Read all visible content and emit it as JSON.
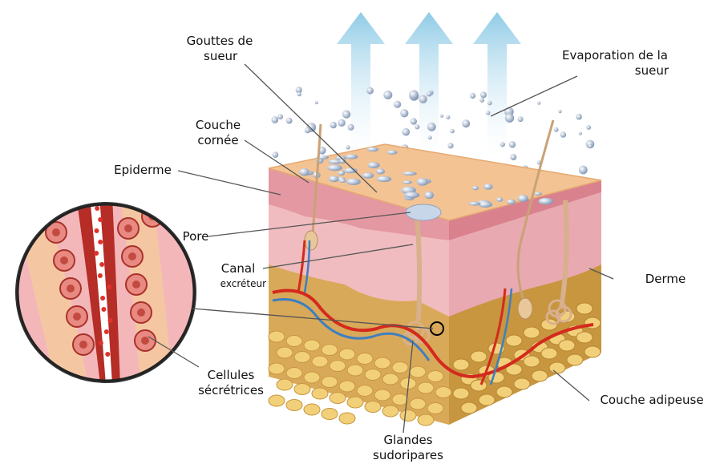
{
  "labels": {
    "gouttes_l1": "Gouttes de",
    "gouttes_l2": "sueur",
    "evaporation_l1": "Evaporation de la",
    "evaporation_l2": "sueur",
    "couche_cornee_l1": "Couche",
    "couche_cornee_l2": "cornée",
    "epiderme": "Epiderme",
    "pore": "Pore",
    "canal_l1": "Canal",
    "canal_l2": "excréteur",
    "derme": "Derme",
    "cellules_l1": "Cellules",
    "cellules_l2": "sécrétrices",
    "couche_adipeuse": "Couche adipeuse",
    "glandes_l1": "Glandes",
    "glandes_l2": "sudoripares"
  },
  "colors": {
    "arrow": "#a9d8ec",
    "droplet": "#8fa3bf",
    "surface": "#f3c394",
    "epidermis": "#e8a7ae",
    "dermis": "#f1c2c5",
    "fat": "#d9a95a",
    "fat_cells": "#f2d07a",
    "vessel_red": "#d42a1e",
    "vessel_blue": "#3f7fc0",
    "leader": "#555555"
  }
}
